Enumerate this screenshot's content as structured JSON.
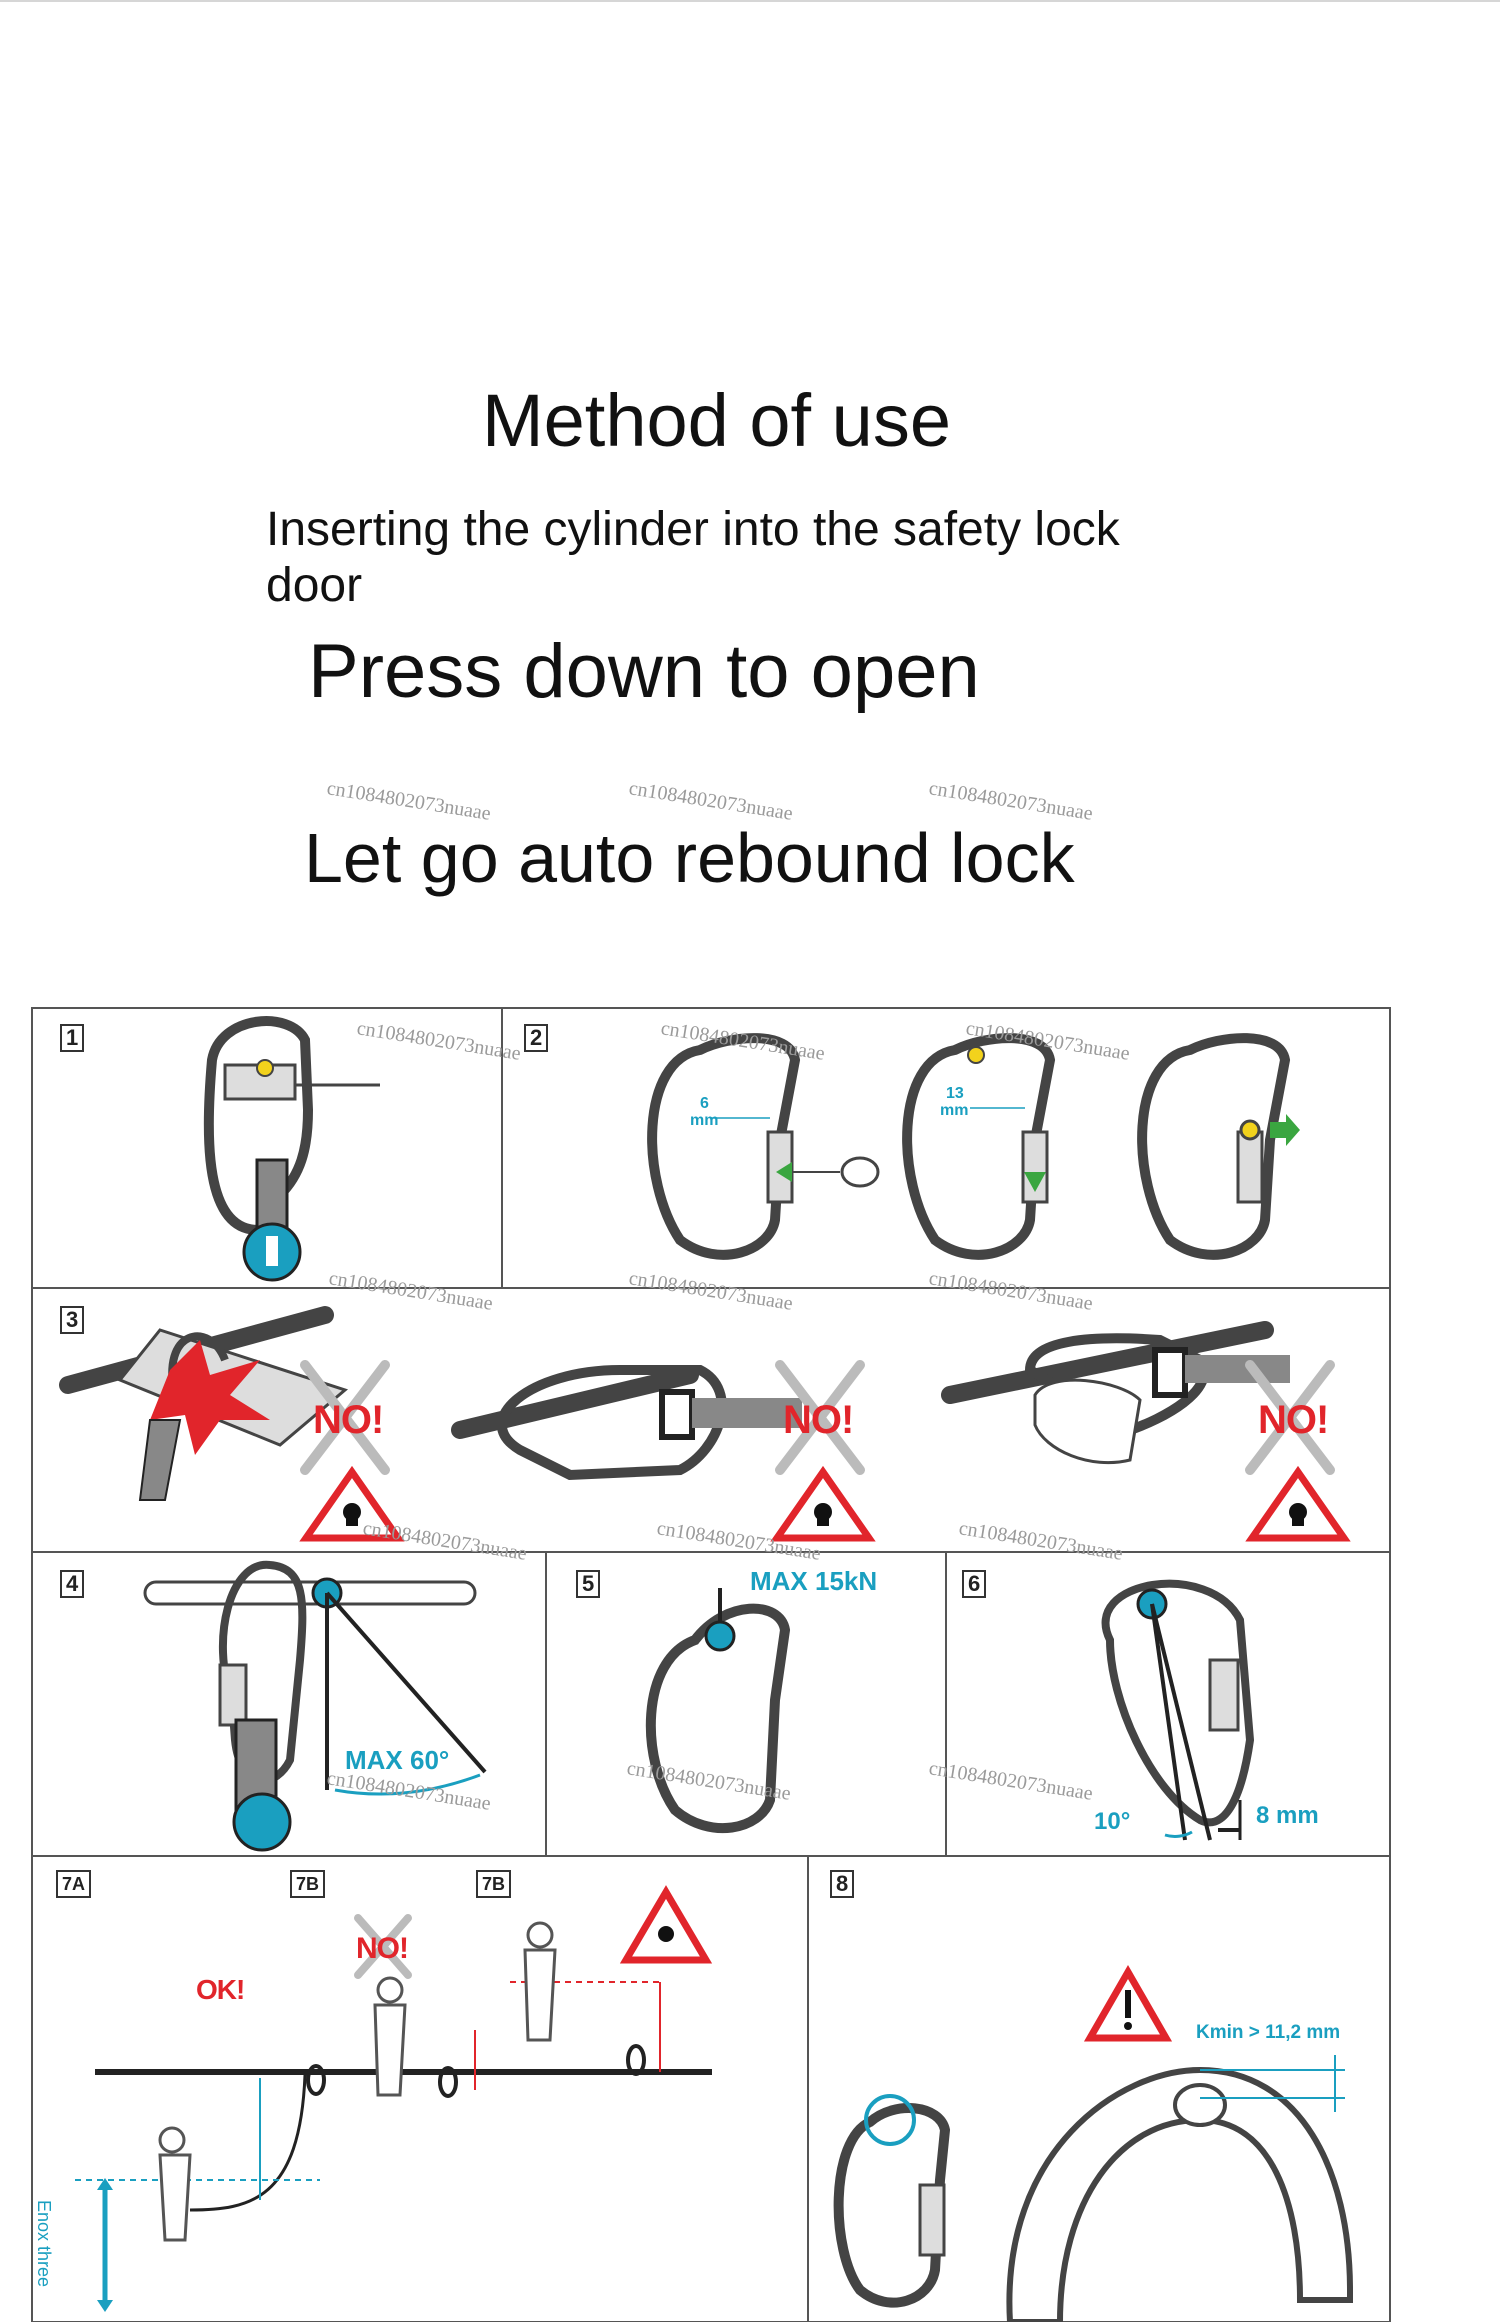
{
  "headings": {
    "title": "Method of use",
    "step1": "Inserting the cylinder into the safety lock door",
    "step2": "Press down to open",
    "step3": "Let go auto rebound lock"
  },
  "watermark": "cn1084802073nuaae",
  "panels": {
    "p1": "1",
    "p2": "2",
    "p3": "3",
    "p4": "4",
    "p5": "5",
    "p6": "6",
    "p7a": "7A",
    "p7b_1": "7B",
    "p7b_2": "7B",
    "p8": "8"
  },
  "labels": {
    "gate_6": "6",
    "gate_6_unit": "mm",
    "gate_13": "13",
    "gate_13_unit": "mm",
    "no": "NO!",
    "ok": "OK!",
    "max_angle": "MAX 60°",
    "max_load": "MAX 15kN",
    "angle_10": "10°",
    "gap_8mm": "8 mm",
    "kmin": "Kmin > 11,2 mm",
    "side_text": "Enox three"
  },
  "colors": {
    "accent_blue": "#1a9fc0",
    "warning_red": "#e1252b",
    "arrow_green": "#3aa640",
    "pin_yellow": "#f2d21c"
  }
}
